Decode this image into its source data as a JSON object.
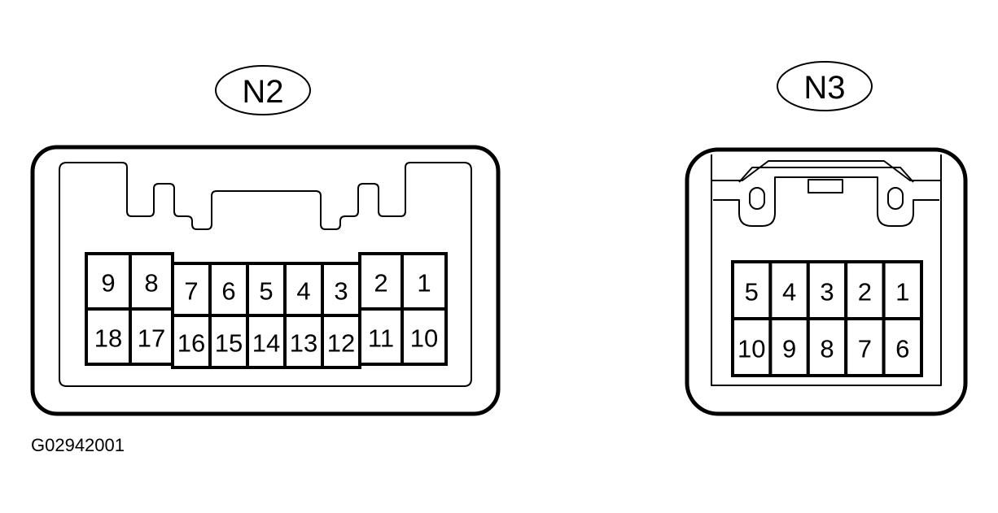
{
  "connectors": [
    {
      "id": "n2",
      "label": "N2",
      "pins_top": [
        "9",
        "8",
        "7",
        "6",
        "5",
        "4",
        "3",
        "2",
        "1"
      ],
      "pins_bottom": [
        "18",
        "17",
        "16",
        "15",
        "14",
        "13",
        "12",
        "11",
        "10"
      ]
    },
    {
      "id": "n3",
      "label": "N3",
      "pins_top": [
        "5",
        "4",
        "3",
        "2",
        "1"
      ],
      "pins_bottom": [
        "10",
        "9",
        "8",
        "7",
        "6"
      ]
    }
  ],
  "figure_code": "G02942001"
}
